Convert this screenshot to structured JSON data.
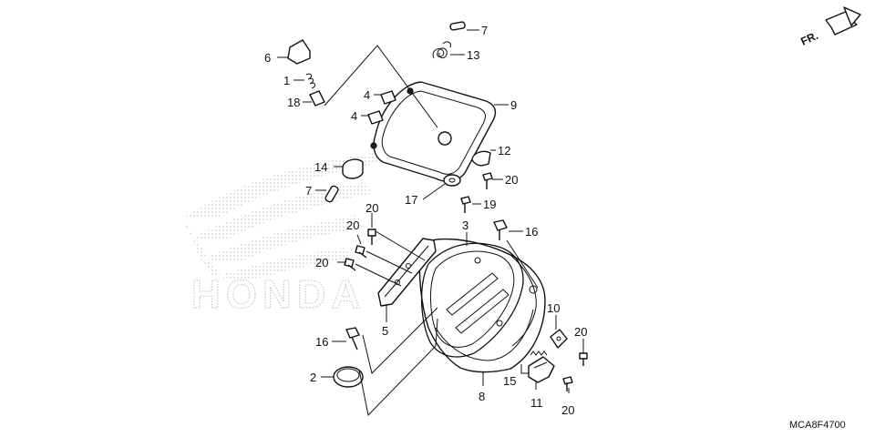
{
  "watermark": {
    "brand_text": "HONDA"
  },
  "direction_indicator": {
    "label": "FR."
  },
  "diagram_code": "MCA8F4700",
  "callouts": [
    {
      "key": "c6",
      "label": "6"
    },
    {
      "key": "c1",
      "label": "1"
    },
    {
      "key": "c18",
      "label": "18"
    },
    {
      "key": "c7a",
      "label": "7"
    },
    {
      "key": "c13",
      "label": "13"
    },
    {
      "key": "c4a",
      "label": "4"
    },
    {
      "key": "c4b",
      "label": "4"
    },
    {
      "key": "c9",
      "label": "9"
    },
    {
      "key": "c12",
      "label": "12"
    },
    {
      "key": "c14",
      "label": "14"
    },
    {
      "key": "c20a",
      "label": "20"
    },
    {
      "key": "c7b",
      "label": "7"
    },
    {
      "key": "c17",
      "label": "17"
    },
    {
      "key": "c19",
      "label": "19"
    },
    {
      "key": "c20b",
      "label": "20"
    },
    {
      "key": "c3",
      "label": "3"
    },
    {
      "key": "c16a",
      "label": "16"
    },
    {
      "key": "c20c",
      "label": "20"
    },
    {
      "key": "c20d",
      "label": "20"
    },
    {
      "key": "c5",
      "label": "5"
    },
    {
      "key": "c10",
      "label": "10"
    },
    {
      "key": "c16b",
      "label": "16"
    },
    {
      "key": "c20e",
      "label": "20"
    },
    {
      "key": "c2",
      "label": "2"
    },
    {
      "key": "c15",
      "label": "15"
    },
    {
      "key": "c8",
      "label": "8"
    },
    {
      "key": "c11",
      "label": "11"
    },
    {
      "key": "c20f",
      "label": "20"
    }
  ]
}
